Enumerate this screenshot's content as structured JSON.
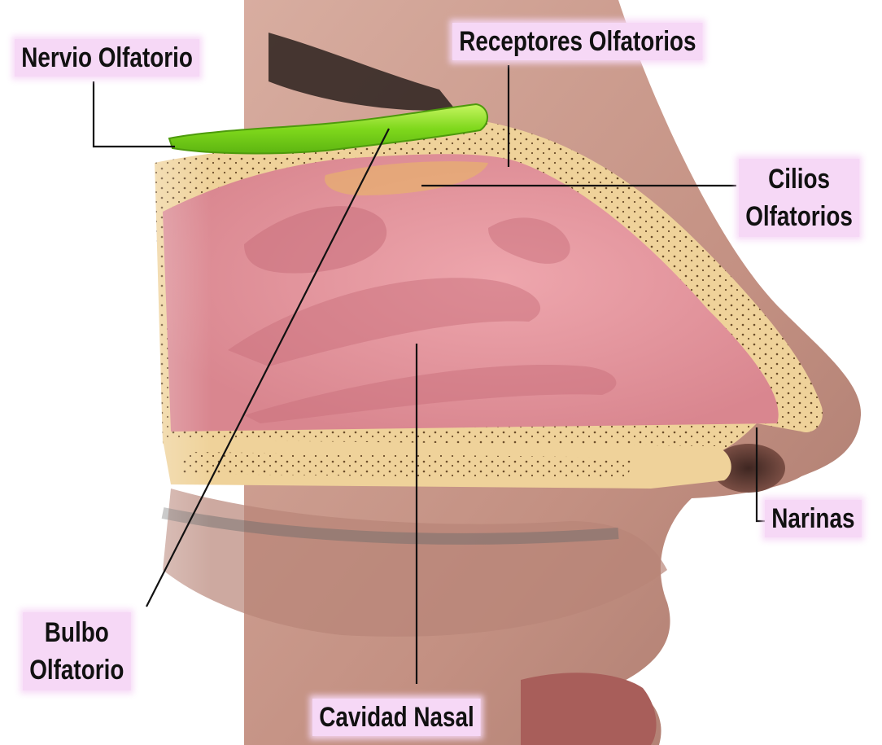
{
  "diagram": {
    "labels": {
      "nervio": "Nervio Olfatorio",
      "receptores": "Receptores Olfatorios",
      "cilios_line1": "Cilios",
      "cilios_line2": "Olfatorios",
      "narinas": "Narinas",
      "bulbo_line1": "Bulbo",
      "bulbo_line2": "Olfatorio",
      "cavidad": "Cavidad Nasal"
    },
    "colors": {
      "label_background": "#f6d8f6",
      "nasal_mucosa": "#e79aa2",
      "bone": "#edcf8f",
      "olfactory_nerve": "#8fe02a",
      "skin": "#c08c7e",
      "leader_lines": "#111111"
    }
  }
}
